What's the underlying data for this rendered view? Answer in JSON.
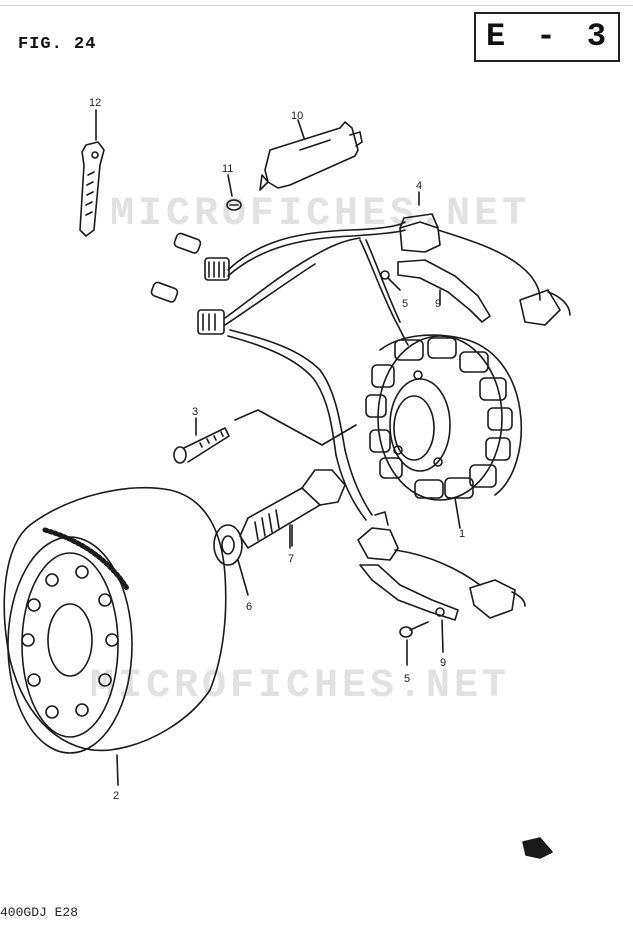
{
  "figure_label": "FIG. 24",
  "section_code": "E - 3",
  "bottom_code": "400GDJ E28",
  "watermark": "MICROFICHES.NET",
  "callouts": {
    "c1": "1",
    "c2": "2",
    "c3": "3",
    "c4": "4",
    "c5a": "5",
    "c5b": "5",
    "c6": "6",
    "c7": "7",
    "c9a": "9",
    "c9b": "9",
    "c10": "10",
    "c11": "11",
    "c12": "12"
  }
}
